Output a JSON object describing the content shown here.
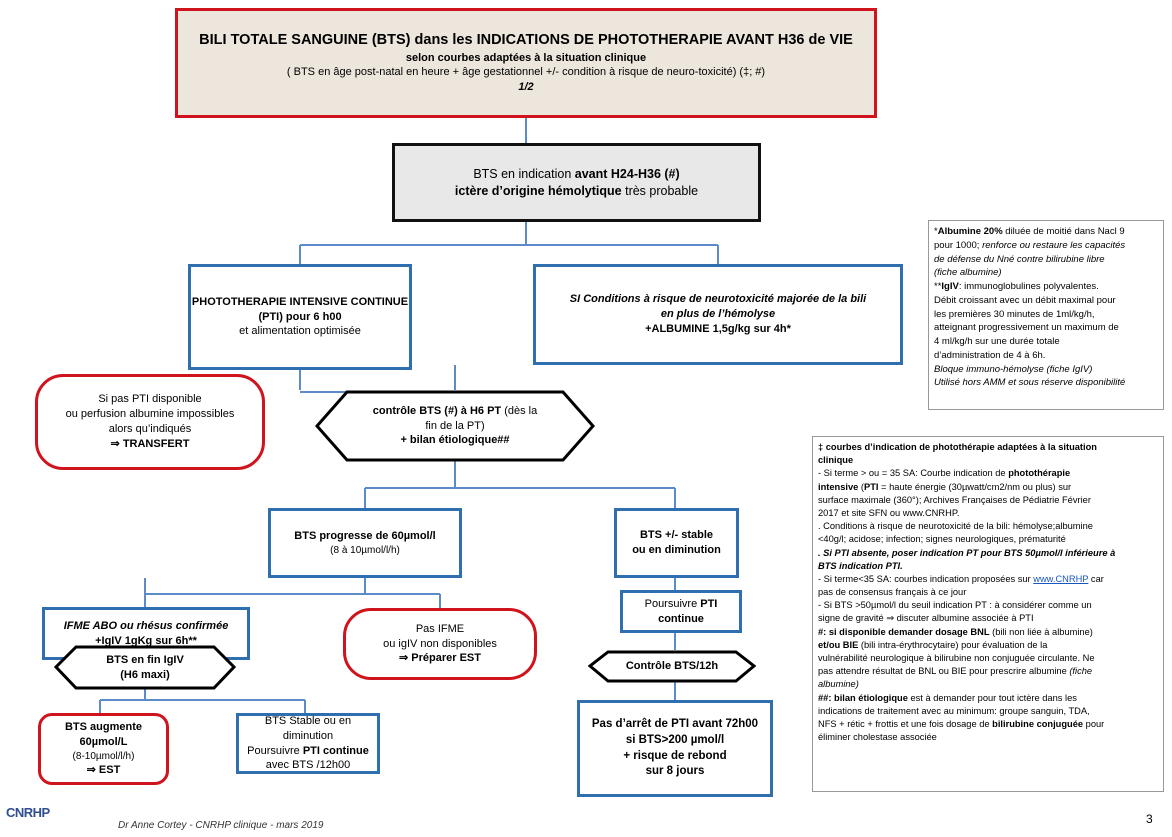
{
  "title_box": {
    "title": "BILI TOTALE SANGUINE (BTS) dans les INDICATIONS DE PHOTOTHERAPIE AVANT H36 de VIE",
    "subtitle": "selon courbes  adaptées à la situation clinique",
    "line3": "( BTS en âge post-natal en heure + âge gestationnel +/- condition à risque de neuro-toxicité)  (‡; #)",
    "page": "1/2"
  },
  "box_h24": {
    "line1_a": "BTS en indication ",
    "line1_b": "avant H24-H36 (#)",
    "line2_a": "ictère d’origine hémolytique",
    "line2_b": " très probable"
  },
  "box_pti": {
    "line1": "PHOTOTHERAPIE INTENSIVE CONTINUE",
    "line2": "(PTI) pour 6 h00",
    "line3": "et alimentation optimisée"
  },
  "box_neuro": {
    "line1": "SI Conditions à risque de neurotoxicité majorée de la bili",
    "line2": "en plus de l’hémolyse",
    "line3": "+ALBUMINE 1,5g/kg  sur 4h*"
  },
  "box_transfert": {
    "line1": "Si pas PTI disponible",
    "line2": "ou perfusion albumine impossibles",
    "line3": "alors qu’indiqués",
    "line4": "⇒ TRANSFERT"
  },
  "hex_controle": {
    "line1_a": "contrôle  BTS (#) à H6 PT",
    "line1_b": " (dès la",
    "line2": "fin de la PT)",
    "line3": "+ bilan étiologique##"
  },
  "box_progresse": {
    "line1": "BTS progresse de 60µmol/l",
    "line2": "(8 à 10µmol/l/h)"
  },
  "box_stable": {
    "line1": "BTS +/- stable",
    "line2": "ou en diminution"
  },
  "box_ifme": {
    "line1": "IFME ABO ou rhésus confirmée",
    "line2": "+IgIV 1gKg sur 6h**"
  },
  "box_pas_ifme": {
    "line1": "Pas IFME",
    "line2": "ou igIV non disponibles",
    "line3": "⇒ Préparer EST"
  },
  "box_poursuivre": {
    "line1_a": "Poursuivre ",
    "line1_b": "PTI continue"
  },
  "hex_fin_igiv": {
    "line1": "BTS en fin IgIV",
    "line2": "(H6 maxi)"
  },
  "hex_controle12": {
    "line1": "Contrôle BTS/12h"
  },
  "box_augmente": {
    "line1": "BTS augmente 60µmol/L",
    "line2": "(8-10µmol/l/h)",
    "line3": "⇒ EST"
  },
  "box_stable2": {
    "line1": "BTS Stable ou en diminution",
    "line2_a": "Poursuivre ",
    "line2_b": "PTI continue",
    "line3": "avec BTS /12h00"
  },
  "box_arret": {
    "line1": "Pas d’arrêt de PTI  avant 72h00",
    "line2": "si BTS>200  µmol/l",
    "line3": "+ risque de rebond",
    "line4": "sur 8 jours"
  },
  "note_albumine": {
    "l1_a": "*",
    "l1_b": "Albumine 20%",
    "l1_c": " diluée de moitié dans Nacl 9",
    "l2_a": "pour 1000; ",
    "l2_b": "renforce ou restaure les capacités",
    "l3": "de défense du Nné contre bilirubine libre",
    "l4": "(fiche albumine)",
    "l5_a": "**",
    "l5_b": "IgIV",
    "l5_c": ": immunoglobulines polyvalentes.",
    "l6": "Débit croissant avec un débit maximal pour",
    "l7": "les premières 30 minutes de 1ml/kg/h,",
    "l8": "atteignant progressivement un maximum de",
    "l9": "4 ml/kg/h sur une durée totale",
    "l10": "d’administration de 4 à 6h.",
    "l11": "Bloque immuno-hémolyse (fiche IgIV)",
    "l12": "Utilisé hors AMM et sous réserve disponibilité"
  },
  "note_courbes": {
    "h1": "‡ courbes d’indication de photothérapie adaptées à la situation",
    "h2": "clinique",
    "p1_a": "- Si terme > ou = 35 SA: Courbe indication de  ",
    "p1_b": "photothérapie",
    "p2_a": "intensive",
    "p2_b": " (",
    "p2_c": "PTI",
    "p2_d": " = haute énergie (30µwatt/cm2/nm ou plus) sur",
    "p3": "surface maximale (360°); Archives Françaises de Pédiatrie  Février",
    "p4": "2017 et site SFN ou www.CNRHP.",
    "p5": ". Conditions à risque de neurotoxicité de la bili: hémolyse;albumine",
    "p6": "<40g/l; acidose; infection; signes neurologiques, prématurité",
    "p7": ". Si PTI absente, poser indication PT pour BTS 50µmol/l  inférieure à",
    "p8": "BTS indication PTI.",
    "p9_a": "- Si terme<35 SA: courbes indication proposées sur ",
    "p9_b": "www.CNRHP",
    "p9_c": " car",
    "p10": "pas de consensus français à ce jour",
    "p11": "- Si BTS >50µmol/l du seuil indication PT : à considérer comme un",
    "p12": "signe de gravité  ⇒ discuter albumine associée à PTI",
    "p13": "#: si disponible demander dosage BNL",
    "p13_b": " (bili non liée à albumine)",
    "p14_a": "et/ou BIE",
    "p14_b": " (bili intra-érythrocytaire) pour évaluation de la",
    "p15": "vulnérabilité neurologique à bilirubine non conjuguée circulante. Ne",
    "p16_a": "pas attendre  résultat de BNL ou BIE pour prescrire albumine  ",
    "p16_b": "(fiche",
    "p17": "albumine)",
    "p18_a": "##: bilan étiologique",
    "p18_b": " est à demander pour tout ictère dans les",
    "p19": "indications de traitement avec au minimum:  groupe sanguin, TDA,",
    "p20_a": "NFS + rétic + frottis et une fois dosage de ",
    "p20_b": "bilirubine conjuguée",
    "p20_c": " pour",
    "p21": "éliminer cholestase associée"
  },
  "footer": {
    "logo": "CNRHP",
    "author": "Dr Anne Cortey - CNRHP clinique - mars 2019",
    "page_number": "3"
  },
  "colors": {
    "blue_border": "#2f6fb0",
    "red_border": "#d0141e",
    "connector": "#5b8bc8",
    "title_fill": "#ede6dc",
    "h24_fill": "#e8e8e8"
  }
}
